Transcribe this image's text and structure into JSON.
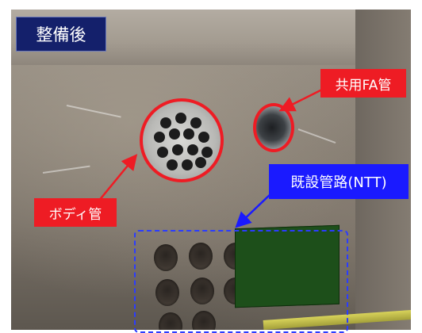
{
  "labels": {
    "title": "整備後",
    "fa_pipe": "共用FA管",
    "body_pipe": "ボディ管",
    "existing_ntt": "既設管路(NTT)"
  },
  "colors": {
    "title_bg": "#14206b",
    "callout_red": "#ee1c24",
    "callout_blue": "#1a1aff",
    "dashed_box": "#2b3cff",
    "panel_green": "#1d4f1a"
  },
  "icons": {
    "arrow_red": "arrow-icon",
    "arrow_blue": "arrow-icon"
  }
}
